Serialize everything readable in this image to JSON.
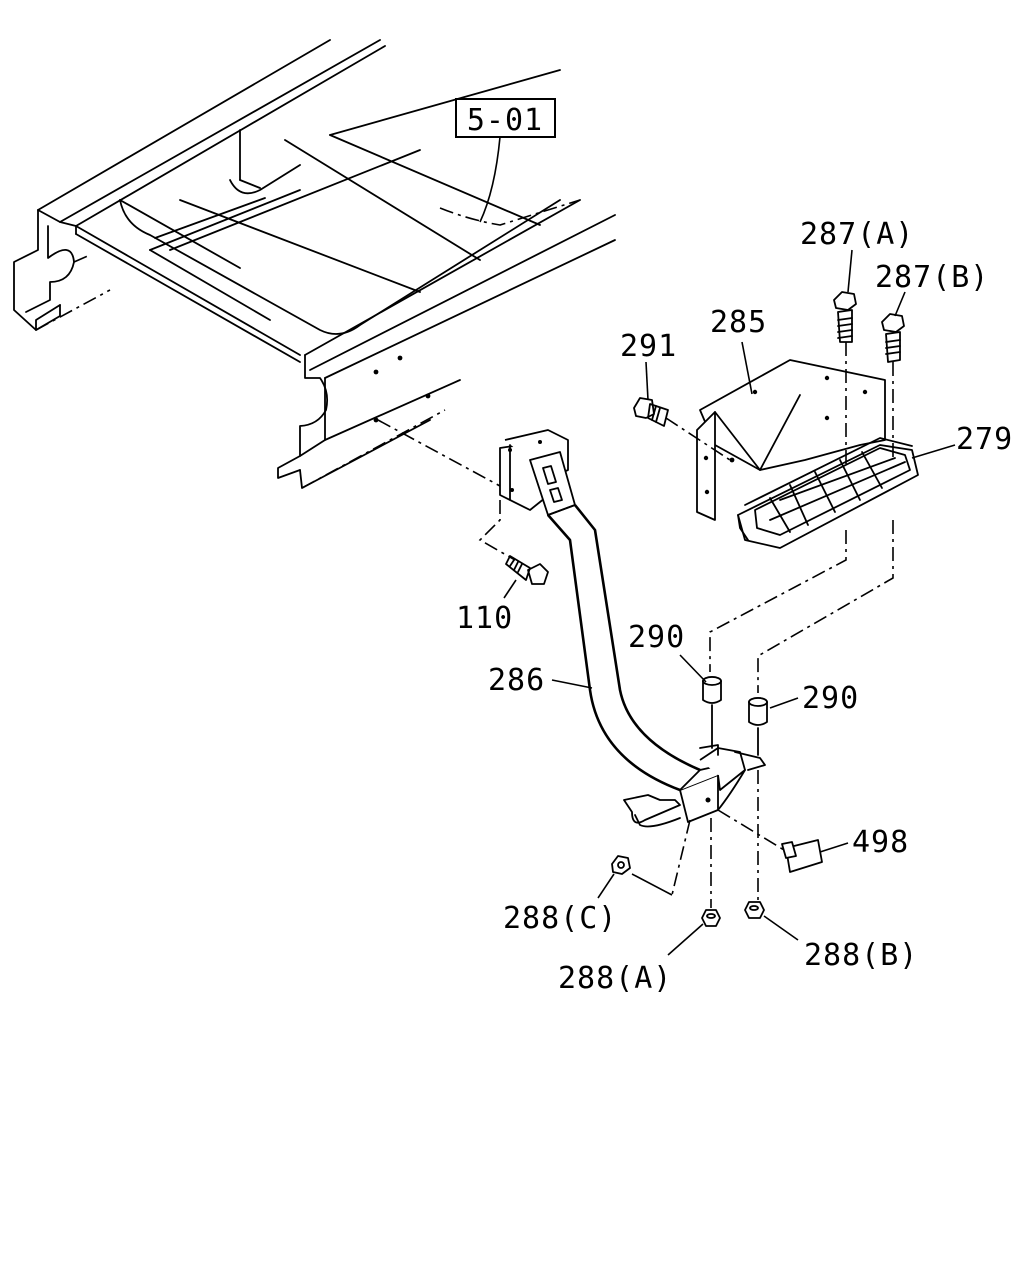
{
  "labels": {
    "ref_box": "5-01",
    "p287a": "287(A)",
    "p287b": "287(B)",
    "p285": "285",
    "p291": "291",
    "p279": "279",
    "p110": "110",
    "p290_left": "290",
    "p290_right": "290",
    "p286": "286",
    "p498": "498",
    "p288c": "288(C)",
    "p288a": "288(A)",
    "p288b": "288(B)"
  }
}
